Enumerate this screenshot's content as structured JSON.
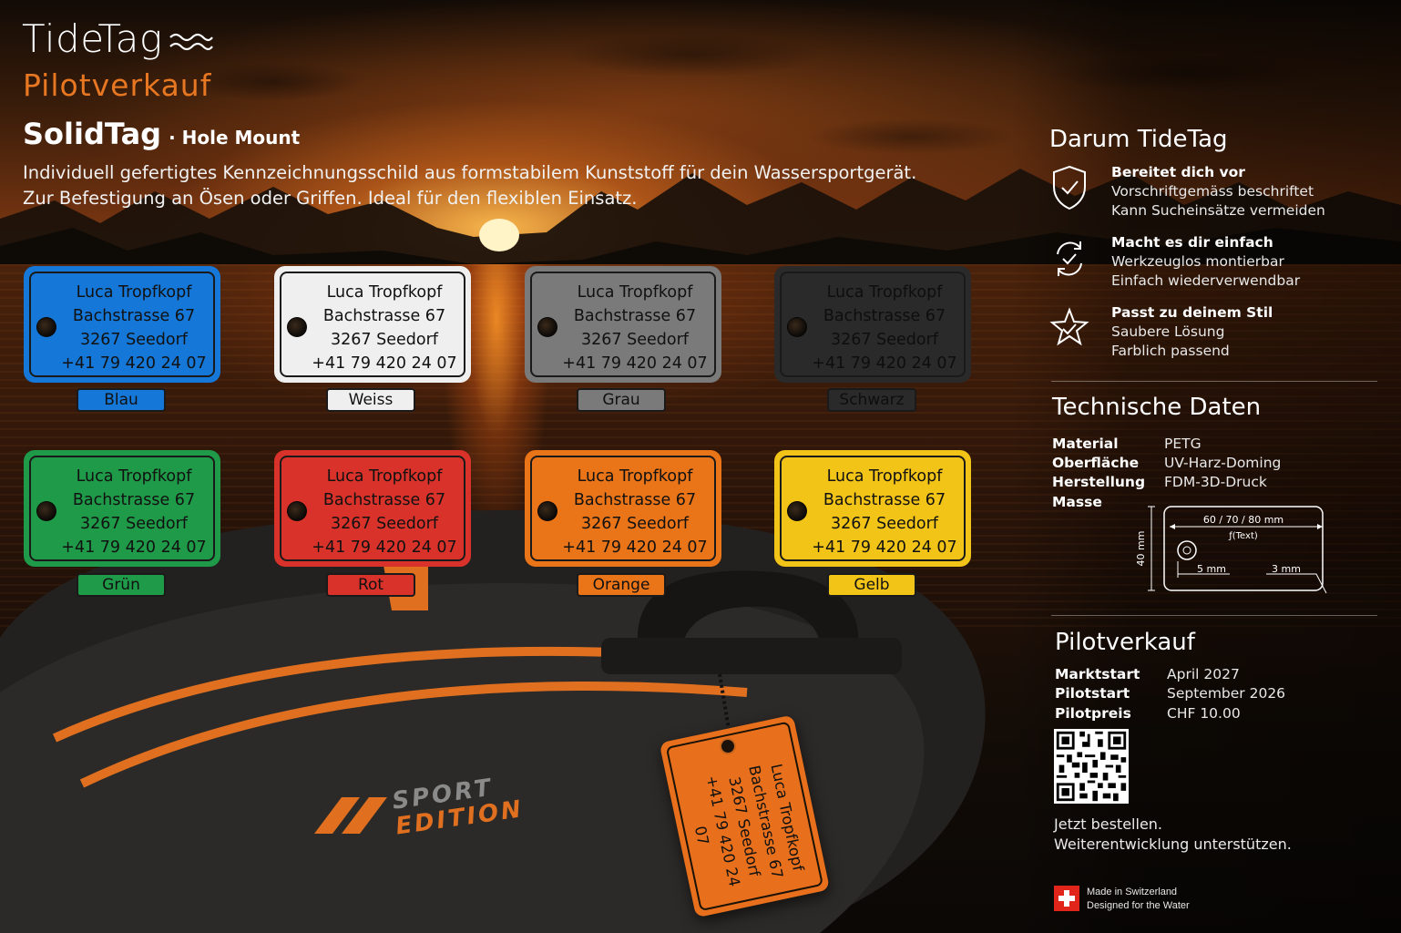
{
  "brand": {
    "name": "TideTag",
    "subtitle": "Pilotverkauf"
  },
  "product": {
    "name": "SolidTag",
    "variant": "· Hole Mount",
    "description_line1": "Individuell gefertigtes Kennzeichnungsschild aus formstabilem Kunststoff für dein Wassersportgerät.",
    "description_line2": "Zur Befestigung an Ösen oder Griffen. Ideal für den flexiblen Einsatz."
  },
  "tag_text": {
    "line1": "Luca Tropfkopf",
    "line2": "Bachstrasse 67",
    "line3": "3267 Seedorf",
    "line4": "+41 79 420 24 07"
  },
  "variants": [
    {
      "label": "Blau",
      "color": "#1578d8"
    },
    {
      "label": "Weiss",
      "color": "#efefef"
    },
    {
      "label": "Grau",
      "color": "#7a7a7a"
    },
    {
      "label": "Schwarz",
      "color": "#2a2a2a"
    },
    {
      "label": "Grün",
      "color": "#1f9a48"
    },
    {
      "label": "Rot",
      "color": "#d8322a"
    },
    {
      "label": "Orange",
      "color": "#ea7418"
    },
    {
      "label": "Gelb",
      "color": "#f2c418"
    }
  ],
  "why": {
    "title": "Darum TideTag",
    "items": [
      {
        "icon": "shield-check-icon",
        "head": "Bereitet dich vor",
        "line1": "Vorschriftgemäss beschriftet",
        "line2": "Kann Sucheinsätze vermeiden"
      },
      {
        "icon": "refresh-check-icon",
        "head": "Macht es dir einfach",
        "line1": "Werkzeuglos montierbar",
        "line2": "Einfach wiederverwendbar"
      },
      {
        "icon": "star-check-icon",
        "head": "Passt zu deinem Stil",
        "line1": "Saubere Lösung",
        "line2": "Farblich passend"
      }
    ]
  },
  "tech": {
    "title": "Technische Daten",
    "rows": [
      {
        "key": "Material",
        "value": "PETG"
      },
      {
        "key": "Oberfläche",
        "value": "UV-Harz-Doming"
      },
      {
        "key": "Herstellung",
        "value": "FDM-3D-Druck"
      },
      {
        "key": "Masse",
        "value": ""
      }
    ],
    "dims": {
      "width": "60 / 70 / 80 mm",
      "width_note": "ƒ(Text)",
      "height": "40 mm",
      "hole_offset": "5 mm",
      "corner_radius": "3 mm"
    }
  },
  "pilot": {
    "title": "Pilotverkauf",
    "rows": [
      {
        "key": "Marktstart",
        "value": "April 2027"
      },
      {
        "key": "Pilotstart",
        "value": "September 2026"
      },
      {
        "key": "Pilotpreis",
        "value": "CHF 10.00"
      }
    ],
    "cta_line1": "Jetzt bestellen.",
    "cta_line2": "Weiterentwicklung unterstützen."
  },
  "footer": {
    "line1": "Made in Switzerland",
    "line2": "Designed for the Water"
  },
  "float": {
    "sport": "SPORT",
    "edition": "EDITION"
  }
}
